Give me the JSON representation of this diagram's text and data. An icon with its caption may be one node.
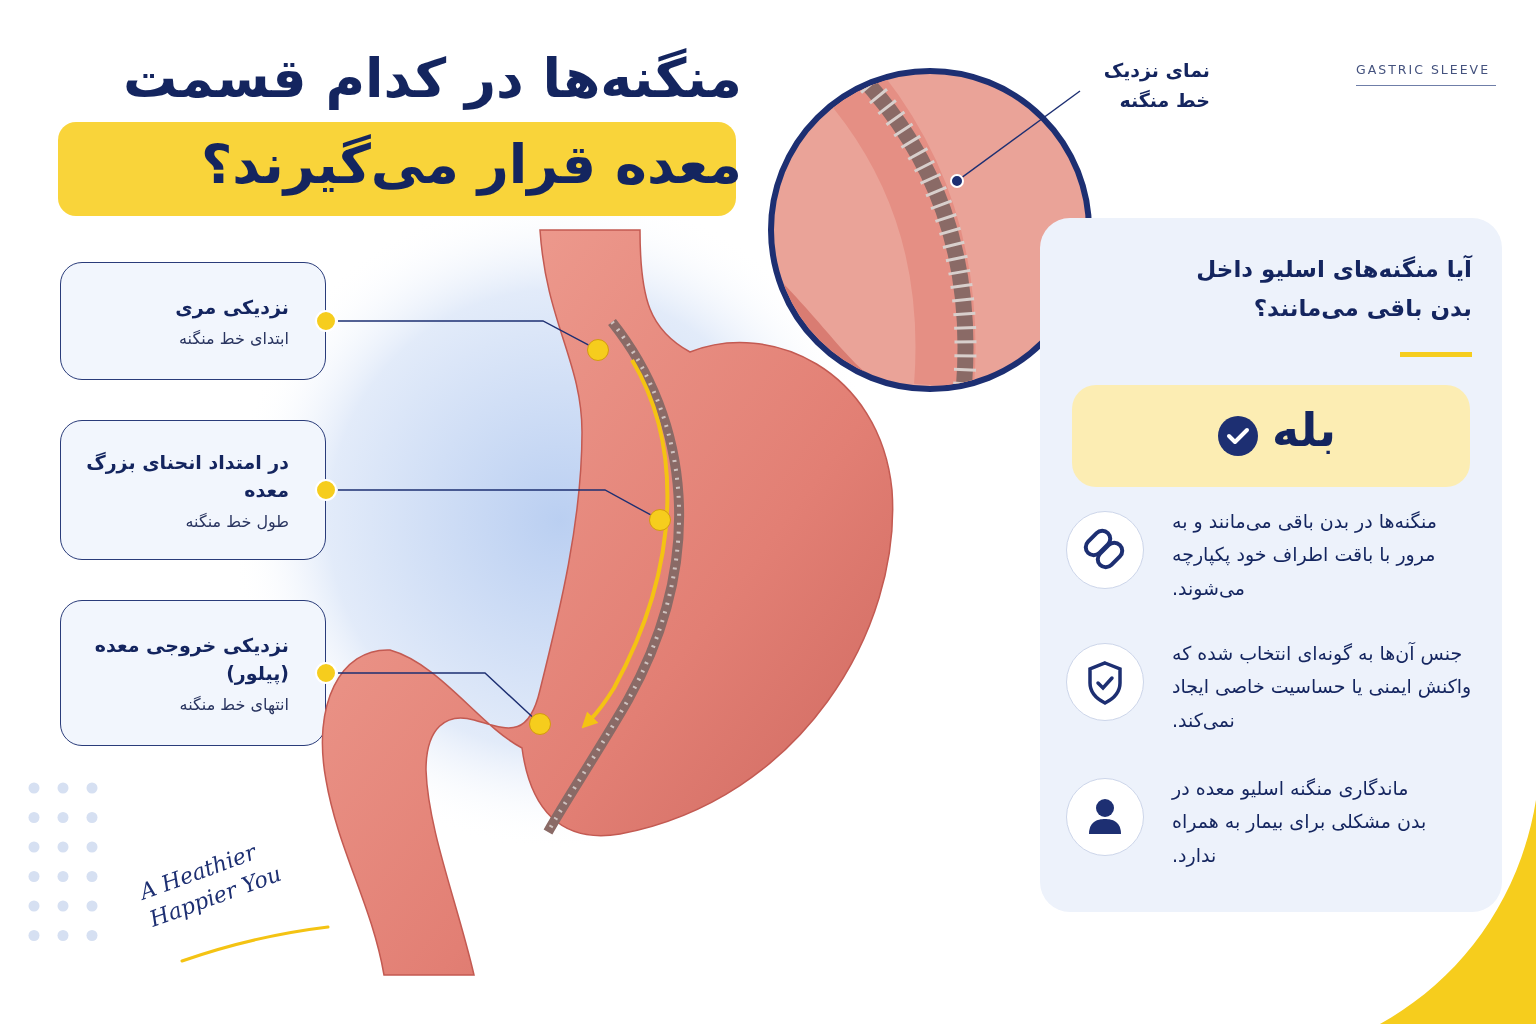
{
  "diagram": {
    "title": "منگنه‌ها در کدام قسمت معده قرار می‌گیرند؟",
    "nodes": [
      {
        "text": [
          "نزدیکی مری",
          "ابتدای خط منگنه"
        ]
      },
      {
        "text": [
          "در امتداد انحنای بزرگ معده",
          "طول خط منگنه"
        ]
      },
      {
        "text": [
          "نزدیکی خروجی معده (پیلور)",
          "انتهای خط منگنه"
        ]
      },
      {
        "text": [],
        "shape": "picture"
      },
      {
        "text": [],
        "shape": "circle",
        "in": 3
      },
      {
        "text": [],
        "shape": "circle",
        "in": 3
      },
      {
        "text": [],
        "shape": "circle",
        "in": 3
      },
      {
        "text": [],
        "shape": "picture"
      },
      {
        "text": [
          "نمای نزدیک خط منگنه"
        ]
      },
      {
        "text": [],
        "shape": "circle",
        "in": 7
      },
      {
        "text": [
          "آیا منگنه‌های اسلیو داخل بدن باقی می‌مانند؟"
        ]
      },
      {
        "text": [
          "بله"
        ],
        "in": 10
      }
    ],
    "edges": [
      {
        "from": 0,
        "to": 4,
        "arrow": "none"
      },
      {
        "from": 1,
        "to": 5,
        "arrow": "none"
      },
      {
        "from": 2,
        "to": 6,
        "arrow": "none"
      },
      {
        "from": 8,
        "to": 9,
        "arrow": "none"
      }
    ],
    "labels": [
      "GASTRIC SLEEVE",
      "منگنه‌ها در بدن باقی می‌مانند و به مرور با باقت اطراف خود پکپارچه می‌شوند.",
      "جنس آن‌ها به گونه‌ای انتخاب شده که واکنش ایمنی یا حساسیت خاصی ایجاد نمی‌کند.",
      "ماندگاری منگنه اسلیو معده در بدن مشکلی برای بیمار به همراه ندارد.",
      "A Heathier Happier You"
    ]
  }
}
